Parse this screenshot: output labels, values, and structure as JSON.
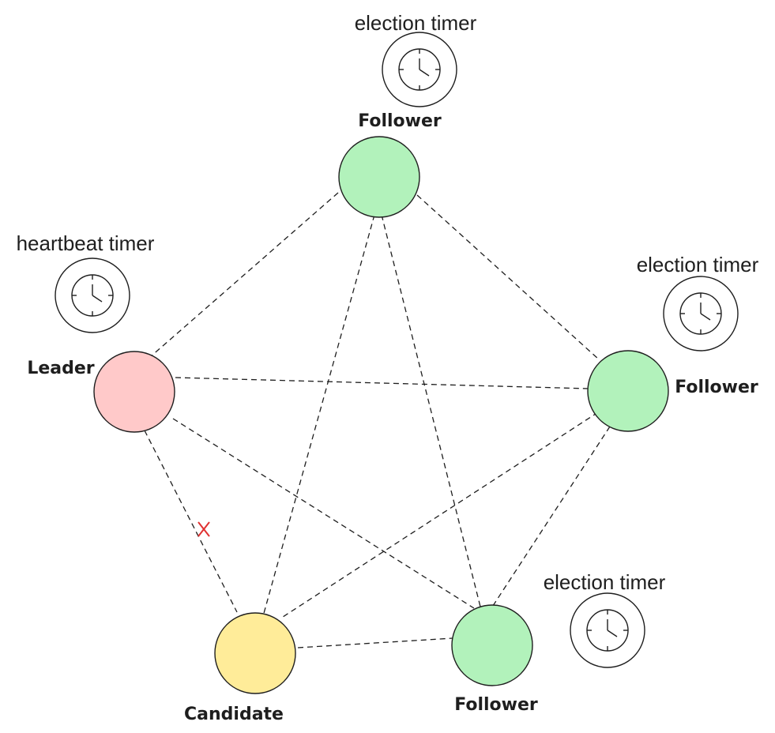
{
  "colors": {
    "leader": "#ffc9c9",
    "follower": "#b2f2bb",
    "candidate": "#ffec99",
    "stroke": "#1e1e1e",
    "broken_link": "#e03131"
  },
  "nodes": {
    "follower_top": {
      "label": "Follower",
      "role": "follower"
    },
    "follower_right": {
      "label": "Follower",
      "role": "follower"
    },
    "follower_bottom": {
      "label": "Follower",
      "role": "follower"
    },
    "leader": {
      "label": "Leader",
      "role": "leader"
    },
    "candidate": {
      "label": "Candidate",
      "role": "candidate"
    }
  },
  "timers": {
    "top": {
      "label": "election timer",
      "icon": "clock-icon"
    },
    "right": {
      "label": "election timer",
      "icon": "clock-icon"
    },
    "bottom_right": {
      "label": "election timer",
      "icon": "clock-icon"
    },
    "leader": {
      "label": "heartbeat timer",
      "icon": "clock-icon"
    }
  },
  "links": [
    {
      "from": "follower_top",
      "to": "leader"
    },
    {
      "from": "follower_top",
      "to": "follower_right"
    },
    {
      "from": "follower_top",
      "to": "candidate"
    },
    {
      "from": "follower_top",
      "to": "follower_bottom"
    },
    {
      "from": "leader",
      "to": "follower_right"
    },
    {
      "from": "leader",
      "to": "follower_bottom"
    },
    {
      "from": "leader",
      "to": "candidate",
      "broken": true
    },
    {
      "from": "follower_right",
      "to": "candidate"
    },
    {
      "from": "follower_right",
      "to": "follower_bottom"
    },
    {
      "from": "candidate",
      "to": "follower_bottom"
    }
  ]
}
